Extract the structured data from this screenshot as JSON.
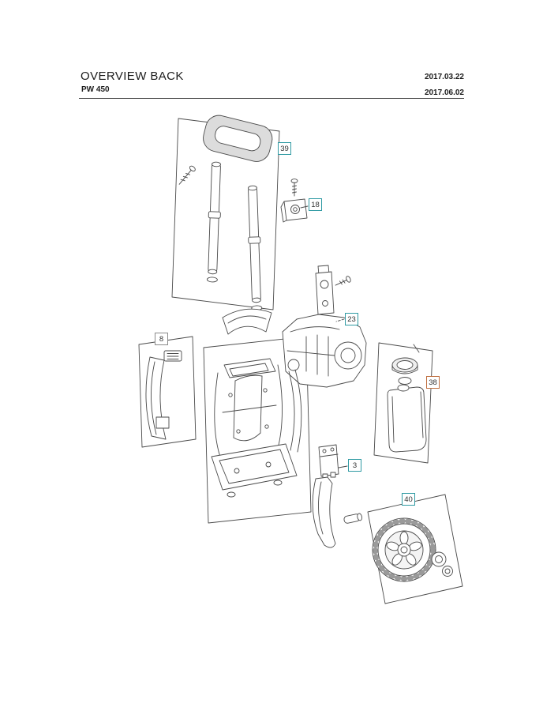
{
  "header": {
    "title": "OVERVIEW BACK",
    "model": "PW 450",
    "dates": [
      "2017.03.22",
      "2017.06.02"
    ]
  },
  "diagram": {
    "line_color": "#4a4a4a"
  },
  "callouts": [
    {
      "label": "39",
      "color": "#2f9aa3"
    },
    {
      "label": "18",
      "color": "#2f9aa3"
    },
    {
      "label": "23",
      "color": "#2f9aa3"
    },
    {
      "label": "8",
      "color": "#8a8a8a"
    },
    {
      "label": "38",
      "color": "#bf6e3f"
    },
    {
      "label": "3",
      "color": "#2f9aa3"
    },
    {
      "label": "40",
      "color": "#2f9aa3"
    }
  ]
}
